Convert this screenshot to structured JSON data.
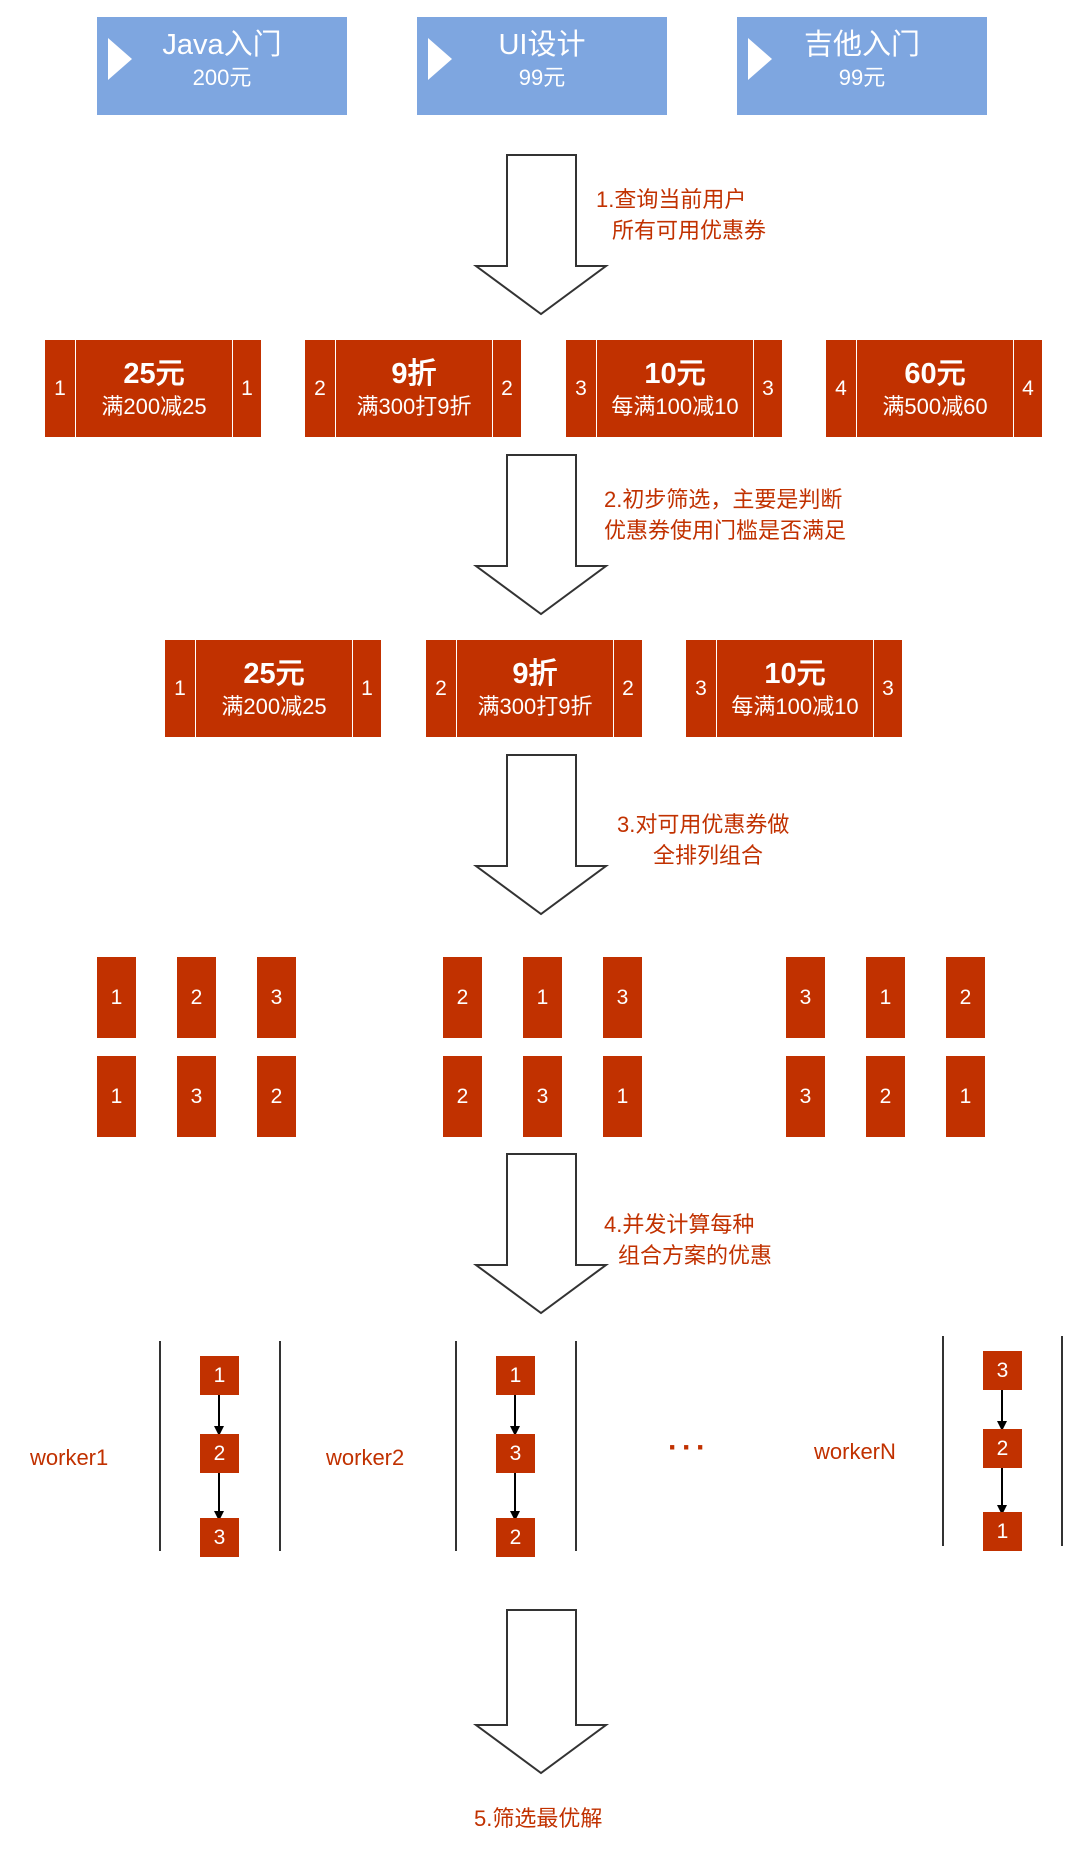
{
  "courses": [
    {
      "name": "Java入门",
      "price": "200元"
    },
    {
      "name": "UI设计",
      "price": "99元"
    },
    {
      "name": "吉他入门",
      "price": "99元"
    }
  ],
  "steps": [
    {
      "line1": "1.查询当前用户",
      "line2": "所有可用优惠券"
    },
    {
      "line1": "2.初步筛选，主要是判断",
      "line2": "优惠券使用门槛是否满足"
    },
    {
      "line1": "3.对可用优惠券做",
      "line2": "全排列组合"
    },
    {
      "line1": "4.并发计算每种",
      "line2": "组合方案的优惠"
    },
    {
      "line1": "5.筛选最优解",
      "line2": ""
    }
  ],
  "coupons_all": [
    {
      "id": "1",
      "value": "25元",
      "rule": "满200减25"
    },
    {
      "id": "2",
      "value": "9折",
      "rule": "满300打9折"
    },
    {
      "id": "3",
      "value": "10元",
      "rule": "每满100减10"
    },
    {
      "id": "4",
      "value": "60元",
      "rule": "满500减60"
    }
  ],
  "coupons_filtered": [
    {
      "id": "1",
      "value": "25元",
      "rule": "满200减25"
    },
    {
      "id": "2",
      "value": "9折",
      "rule": "满300打9折"
    },
    {
      "id": "3",
      "value": "10元",
      "rule": "每满100减10"
    }
  ],
  "permutations": [
    [
      "1",
      "2",
      "3"
    ],
    [
      "2",
      "1",
      "3"
    ],
    [
      "3",
      "1",
      "2"
    ],
    [
      "1",
      "3",
      "2"
    ],
    [
      "2",
      "3",
      "1"
    ],
    [
      "3",
      "2",
      "1"
    ]
  ],
  "workers": [
    {
      "name": "worker1",
      "order": [
        "1",
        "2",
        "3"
      ]
    },
    {
      "name": "worker2",
      "order": [
        "1",
        "3",
        "2"
      ]
    },
    {
      "name": "workerN",
      "order": [
        "3",
        "2",
        "1"
      ]
    }
  ],
  "ellipsis": "···",
  "colors": {
    "course_fill": "#7EA6E0",
    "coupon_fill": "#C13100",
    "label_text": "#C13100",
    "arrow_stroke": "#333333"
  },
  "icons": {
    "course_marker": "play-triangle-icon",
    "flow_arrow": "hollow-down-arrow-icon",
    "worker_link": "down-arrow-icon"
  }
}
